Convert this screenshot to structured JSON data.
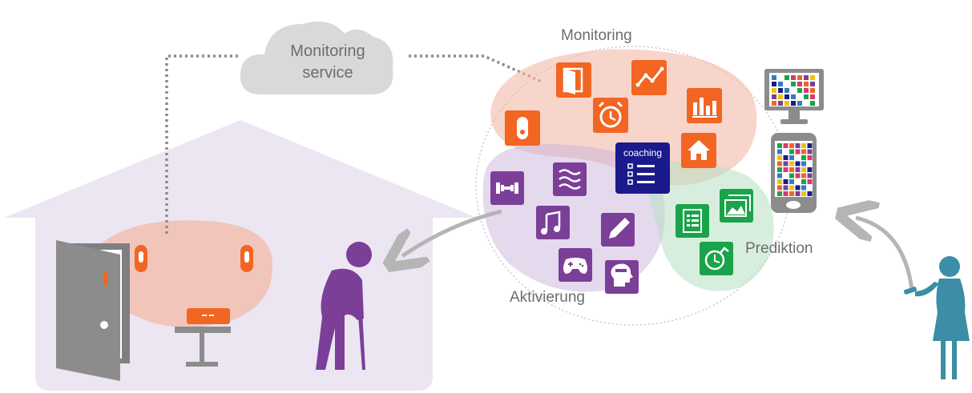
{
  "cloud": {
    "label_line1": "Monitoring",
    "label_line2": "service"
  },
  "zones": {
    "monitoring": "Monitoring",
    "activation": "Aktivierung",
    "prediction": "Prediktion"
  },
  "coaching": {
    "label": "coaching"
  },
  "colors": {
    "orange": "#f26522",
    "purple": "#7b3f98",
    "green": "#1aa34a",
    "navy": "#1a1a8c",
    "house": "#ece6f3",
    "cloud": "#d9d9d9",
    "teal": "#3b8ea5",
    "grey": "#9a9a9a"
  },
  "monitoring_icons": [
    "door-icon",
    "trend-line-icon",
    "alarm-clock-icon",
    "bar-chart-icon",
    "sensor-icon",
    "home-icon"
  ],
  "activation_icons": [
    "dumbbell-icon",
    "waves-icon",
    "music-note-icon",
    "pencil-icon",
    "gamepad-icon",
    "head-icon"
  ],
  "prediction_icons": [
    "checklist-icon",
    "image-icon",
    "clock-check-icon"
  ],
  "devices": [
    "monitor-icon",
    "smartphone-icon"
  ]
}
